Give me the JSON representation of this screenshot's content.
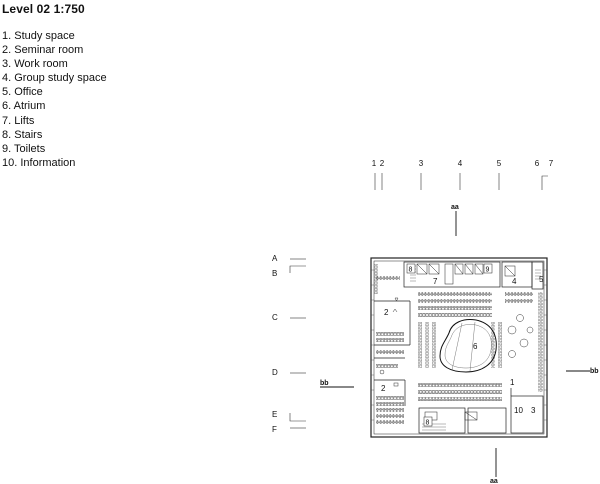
{
  "title": "Level 02  1:750",
  "legend": [
    "1. Study space",
    "2. Seminar room",
    "3. Work room",
    "4. Group study space",
    "5. Office",
    "6. Atrium",
    "7. Lifts",
    "8. Stairs",
    "9. Toilets",
    "10. Information"
  ],
  "grid_columns": [
    "1",
    "2",
    "3",
    "4",
    "5",
    "6",
    "7"
  ],
  "grid_rows": [
    "A",
    "B",
    "C",
    "D",
    "E",
    "F"
  ],
  "section_marks": [
    "aa",
    "bb"
  ],
  "plan_tags": [
    "8",
    "7",
    "9",
    "4",
    "5",
    "2",
    "6",
    "2",
    "1",
    "8",
    "10",
    "3"
  ]
}
